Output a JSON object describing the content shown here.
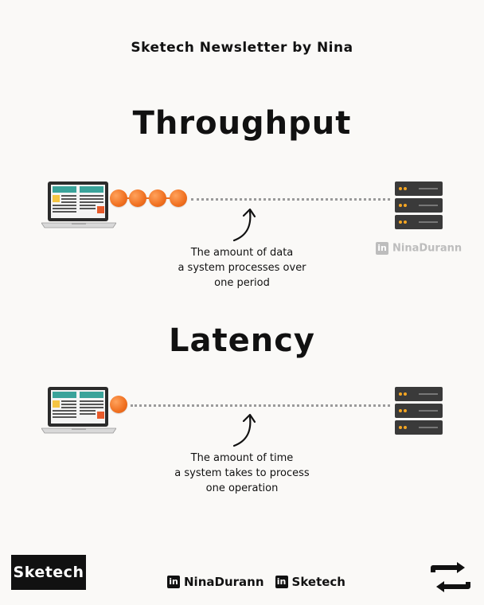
{
  "header": {
    "title": "Sketech Newsletter by Nina"
  },
  "sections": [
    {
      "title": "Throughput",
      "caption": [
        "The amount of data",
        "a system processes over",
        "one period"
      ]
    },
    {
      "title": "Latency",
      "caption": [
        "The amount of time",
        "a system takes to process",
        "one operation"
      ]
    }
  ],
  "watermark": {
    "text": "NinaDurann"
  },
  "footer": {
    "logo_text": "Sketech",
    "links": [
      {
        "icon": "linkedin-icon",
        "label": "NinaDurann"
      },
      {
        "icon": "linkedin-icon",
        "label": "Sketech"
      }
    ],
    "repost_icon": "repost-icon"
  },
  "colors": {
    "background": "#faf9f7",
    "packet": "#f07020",
    "server": "#3a3a3a",
    "server_led": "#f5a623"
  }
}
